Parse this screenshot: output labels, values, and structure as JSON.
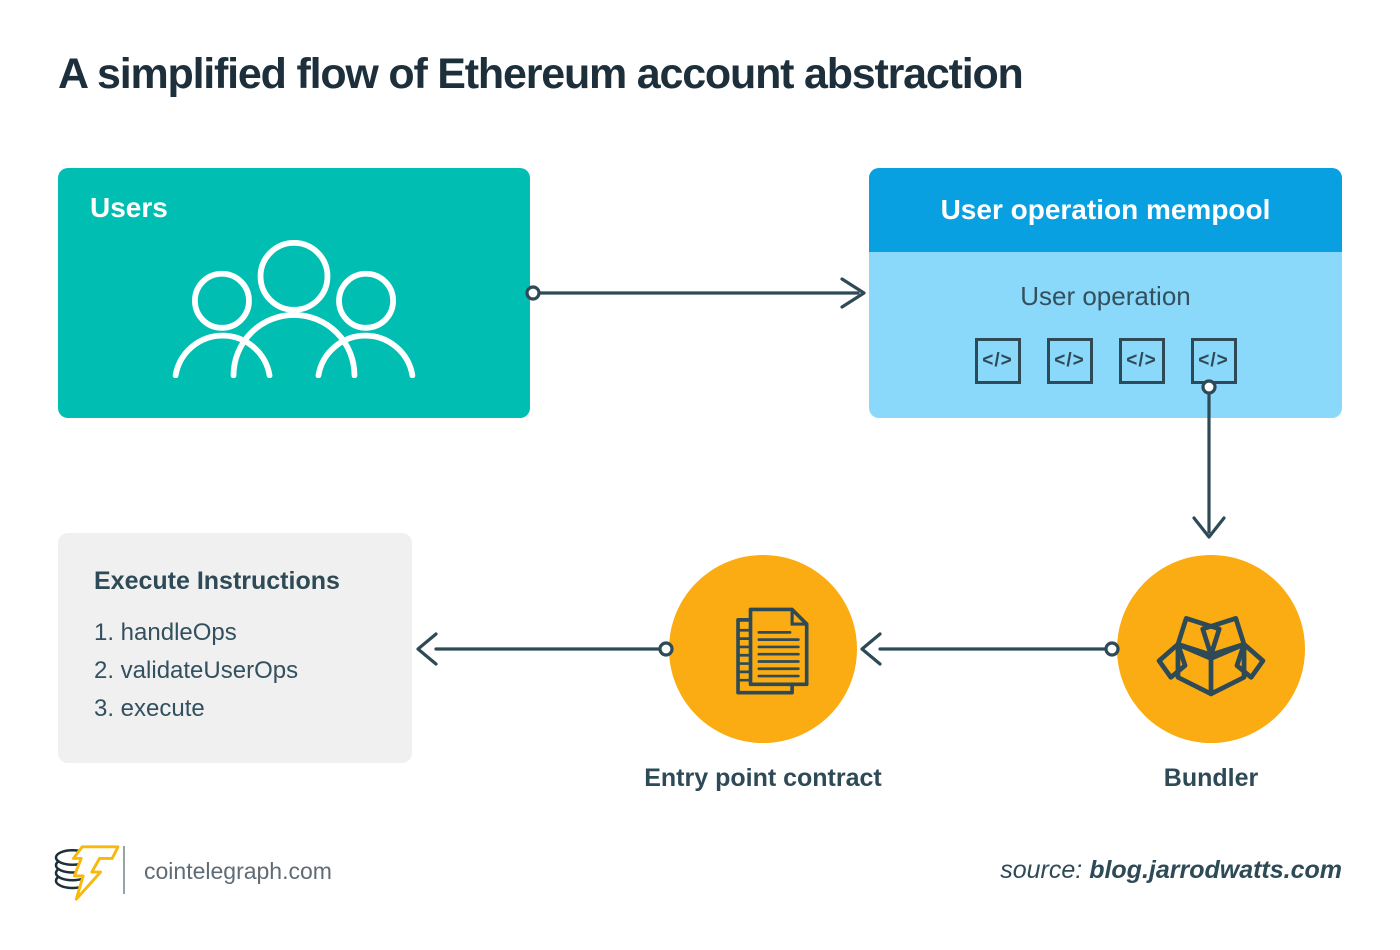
{
  "title": "A simplified flow of Ethereum account abstraction",
  "users": {
    "label": "Users",
    "icon": "three-users"
  },
  "mempool": {
    "header": "User operation mempool",
    "sublabel": "User operation",
    "code_glyph": "</>",
    "code_icon_count": 4
  },
  "bundler": {
    "label": "Bundler",
    "icon": "open-box"
  },
  "entry_point": {
    "label": "Entry point contract",
    "icon": "document-stack"
  },
  "execute": {
    "title": "Execute Instructions",
    "items": [
      "1. handleOps",
      "2. validateUserOps",
      "3. execute"
    ]
  },
  "footer": {
    "site": "cointelegraph.com",
    "source_prefix": "source: ",
    "source": "blog.jarrodwatts.com",
    "logo": "cointelegraph-logo"
  },
  "colors": {
    "teal": "#00BFB2",
    "blue": "#09A0E2",
    "light-blue": "#8BD9FA",
    "orange": "#FBAC12",
    "slate": "#2E4A57",
    "ink": "#1E2F3C",
    "text": "#33505E",
    "gray-box": "#F0F0F0",
    "footer-gray": "#5F6C75",
    "logo-yellow": "#F8B90B"
  }
}
